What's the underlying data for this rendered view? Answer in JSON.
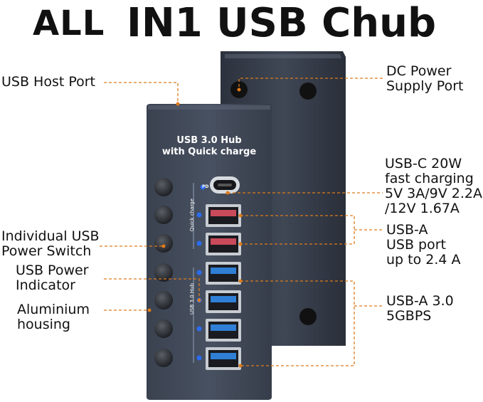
{
  "title": {
    "part1": "ALL",
    "part2": "IN1 USB Chub"
  },
  "device": {
    "front_label_line1": "USB 3.0 Hub",
    "front_label_line2": "with Quick charge",
    "quick_charge_label": "Quick charge",
    "hub_label": "USB 3.0 Hub",
    "pd_label": "PD"
  },
  "callouts": {
    "usb_host_port": "USB Host Port",
    "dc_power": [
      "DC Power",
      "Supply Port"
    ],
    "usb_c": [
      "USB-C 20W",
      "fast charging",
      "5V 3A/9V 2.2A",
      "/12V 1.67A"
    ],
    "usb_a_charge": [
      "USB-A",
      "USB port",
      "up to 2.4 A"
    ],
    "switch": [
      "Individual USB",
      "Power Switch"
    ],
    "indicator": [
      "USB Power",
      "Indicator"
    ],
    "housing": [
      "Aluminium",
      "housing"
    ],
    "usb_a_30": [
      "USB-A 3.0",
      "5GBPS"
    ]
  },
  "colors": {
    "callout_line": "#e07b1a",
    "housing": "#3e4654",
    "usb3_blue": "#2f7fd6",
    "charge_red": "#c94a5a",
    "led_blue": "#2a6cf0"
  }
}
